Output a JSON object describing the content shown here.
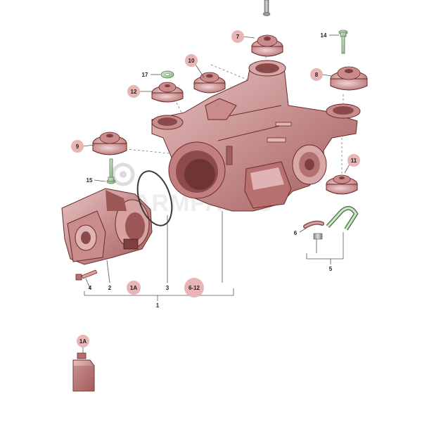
{
  "watermark": "ARMPARTS",
  "callouts": [
    {
      "id": "c7",
      "label": "7"
    },
    {
      "id": "c14",
      "label": "14"
    },
    {
      "id": "c10",
      "label": "10"
    },
    {
      "id": "c8",
      "label": "8"
    },
    {
      "id": "c17",
      "label": "17"
    },
    {
      "id": "c12",
      "label": "12"
    },
    {
      "id": "c9",
      "label": "9"
    },
    {
      "id": "c11",
      "label": "11"
    },
    {
      "id": "c15",
      "label": "15"
    },
    {
      "id": "c6",
      "label": "6"
    },
    {
      "id": "c5",
      "label": "5"
    },
    {
      "id": "c4",
      "label": "4"
    },
    {
      "id": "c2",
      "label": "2"
    },
    {
      "id": "c1A",
      "label": "1A"
    },
    {
      "id": "c3",
      "label": "3"
    },
    {
      "id": "c612",
      "label": "6-12"
    },
    {
      "id": "c1",
      "label": "1"
    },
    {
      "id": "c1Ab",
      "label": "1A"
    }
  ],
  "colors": {
    "part": "#c98b8b",
    "part_dark": "#9c5656",
    "part_light": "#e8c2c2",
    "bubble": "#e8b4b4"
  }
}
